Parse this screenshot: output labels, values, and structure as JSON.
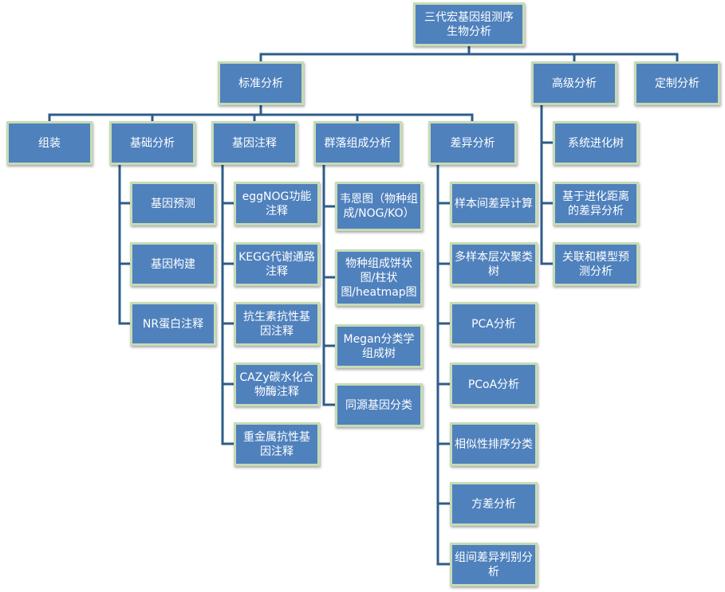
{
  "root": "三代宏基因组测序\n生物分析",
  "standard": {
    "label": "标准分析",
    "assembly": "组装",
    "basic": {
      "label": "基础分析",
      "items": [
        "基因预测",
        "基因构建",
        "NR蛋白注释"
      ]
    },
    "annotation": {
      "label": "基因注释",
      "items": [
        "eggNOG功能注释",
        "KEGG代谢通路注释",
        "抗生素抗性基因注释",
        "CAZy碳水化合物酶注释",
        "重金属抗性基因注释"
      ]
    },
    "community": {
      "label": "群落组成分析",
      "items": [
        "韦恩图（物种组成/NOG/KO）",
        "物种组成饼状图/柱状图/heatmap图",
        "Megan分类学组成树",
        "同源基因分类"
      ]
    },
    "difference": {
      "label": "差异分析",
      "items": [
        "样本间差异计算",
        "多样本层次聚类树",
        "PCA分析",
        "PCoA分析",
        "相似性排序分类",
        "方差分析",
        "组间差异判别分析"
      ]
    }
  },
  "advanced": {
    "label": "高级分析",
    "items": [
      "系统进化树",
      "基于进化距离的差异分析",
      "关联和模型预测分析"
    ]
  },
  "custom": {
    "label": "定制分析"
  },
  "colors": {
    "box_fill": "#4f81bd",
    "box_border": "#c6dbb5",
    "connector": "#2e5c8a",
    "text": "#ffffff"
  }
}
